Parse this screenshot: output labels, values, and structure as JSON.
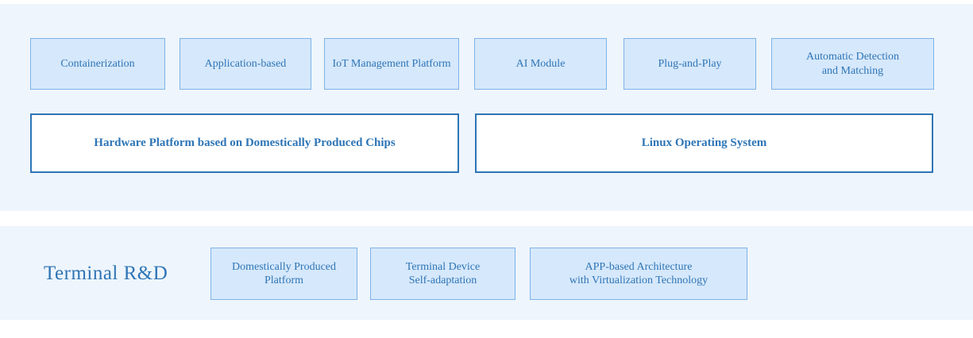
{
  "colors": {
    "page_bg": "#ffffff",
    "panel_bg": "#eef5fc",
    "box_fill": "#d6e8fb",
    "box_border": "#7db3e8",
    "outline_box_fill": "#ffffff",
    "outline_box_border": "#2e75b6",
    "text_blue": "#2e75b6"
  },
  "architecture": {
    "feature_boxes": [
      {
        "label": "Containerization"
      },
      {
        "label": "Application-based"
      },
      {
        "label": "IoT Management Platform"
      },
      {
        "label": "AI Module"
      },
      {
        "label": "Plug-and-Play"
      },
      {
        "label": "Automatic Detection\nand Matching"
      }
    ],
    "platform_boxes": [
      {
        "label": "Hardware Platform based on Domestically Produced Chips"
      },
      {
        "label": "Linux Operating System"
      }
    ]
  },
  "terminal_rd": {
    "label": "Terminal R&D",
    "boxes": [
      {
        "label": "Domestically Produced\nPlatform"
      },
      {
        "label": "Terminal Device\nSelf-adaptation"
      },
      {
        "label": "APP-based Architecture\nwith Virtualization Technology"
      }
    ]
  }
}
